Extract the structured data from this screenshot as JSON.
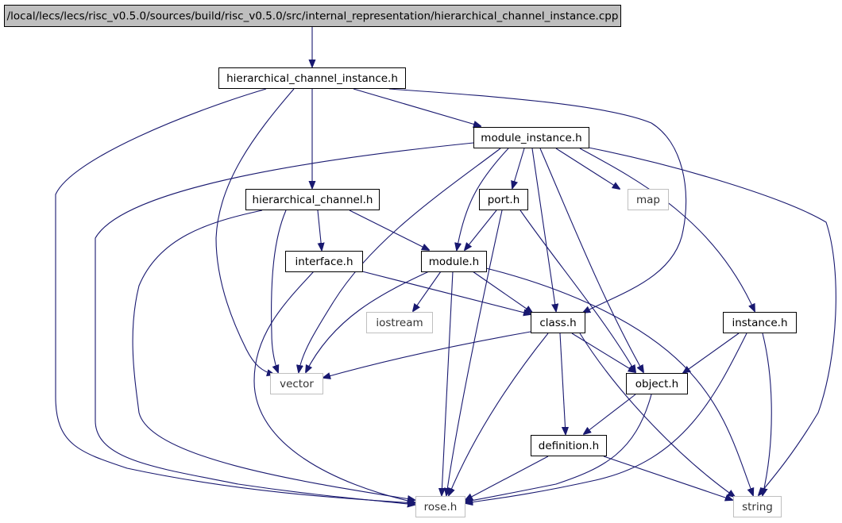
{
  "graph": {
    "root": "/local/lecs/lecs/risc_v0.5.0/sources/build/risc_v0.5.0/src/internal_representation/hierarchical_channel_instance.cpp",
    "nodes": [
      {
        "id": "root",
        "label": "/local/lecs/lecs/risc_v0.5.0/sources/build/risc_v0.5.0/src/internal_representation/hierarchical_channel_instance.cpp",
        "kind": "root"
      },
      {
        "id": "hci",
        "label": "hierarchical_channel_instance.h",
        "kind": "local"
      },
      {
        "id": "mi",
        "label": "module_instance.h",
        "kind": "local"
      },
      {
        "id": "hc",
        "label": "hierarchical_channel.h",
        "kind": "local"
      },
      {
        "id": "port",
        "label": "port.h",
        "kind": "local"
      },
      {
        "id": "map",
        "label": "map",
        "kind": "external"
      },
      {
        "id": "iface",
        "label": "interface.h",
        "kind": "local"
      },
      {
        "id": "module",
        "label": "module.h",
        "kind": "local"
      },
      {
        "id": "iostream",
        "label": "iostream",
        "kind": "external"
      },
      {
        "id": "class",
        "label": "class.h",
        "kind": "local"
      },
      {
        "id": "instance",
        "label": "instance.h",
        "kind": "local"
      },
      {
        "id": "vector",
        "label": "vector",
        "kind": "external"
      },
      {
        "id": "object",
        "label": "object.h",
        "kind": "local"
      },
      {
        "id": "definition",
        "label": "definition.h",
        "kind": "local"
      },
      {
        "id": "rose",
        "label": "rose.h",
        "kind": "external"
      },
      {
        "id": "string",
        "label": "string",
        "kind": "external"
      }
    ],
    "edges": [
      {
        "from": "root",
        "to": "hci"
      },
      {
        "from": "hci",
        "to": "rose"
      },
      {
        "from": "hci",
        "to": "vector"
      },
      {
        "from": "hci",
        "to": "hc"
      },
      {
        "from": "hci",
        "to": "mi"
      },
      {
        "from": "hci",
        "to": "class"
      },
      {
        "from": "mi",
        "to": "rose"
      },
      {
        "from": "mi",
        "to": "vector"
      },
      {
        "from": "mi",
        "to": "module"
      },
      {
        "from": "mi",
        "to": "port"
      },
      {
        "from": "mi",
        "to": "class"
      },
      {
        "from": "mi",
        "to": "object"
      },
      {
        "from": "mi",
        "to": "map"
      },
      {
        "from": "mi",
        "to": "instance"
      },
      {
        "from": "mi",
        "to": "string"
      },
      {
        "from": "hc",
        "to": "rose"
      },
      {
        "from": "hc",
        "to": "vector"
      },
      {
        "from": "hc",
        "to": "iface"
      },
      {
        "from": "hc",
        "to": "module"
      },
      {
        "from": "port",
        "to": "module"
      },
      {
        "from": "port",
        "to": "rose"
      },
      {
        "from": "port",
        "to": "object"
      },
      {
        "from": "iface",
        "to": "rose"
      },
      {
        "from": "iface",
        "to": "class"
      },
      {
        "from": "module",
        "to": "vector"
      },
      {
        "from": "module",
        "to": "iostream"
      },
      {
        "from": "module",
        "to": "class"
      },
      {
        "from": "module",
        "to": "rose"
      },
      {
        "from": "module",
        "to": "string"
      },
      {
        "from": "class",
        "to": "vector"
      },
      {
        "from": "class",
        "to": "object"
      },
      {
        "from": "class",
        "to": "definition"
      },
      {
        "from": "class",
        "to": "rose"
      },
      {
        "from": "class",
        "to": "string"
      },
      {
        "from": "instance",
        "to": "object"
      },
      {
        "from": "instance",
        "to": "rose"
      },
      {
        "from": "instance",
        "to": "string"
      },
      {
        "from": "object",
        "to": "definition"
      },
      {
        "from": "object",
        "to": "rose"
      },
      {
        "from": "definition",
        "to": "rose"
      },
      {
        "from": "definition",
        "to": "string"
      }
    ]
  },
  "colors": {
    "edge": "#191970",
    "root_fill": "#bfbfbf",
    "local_stroke": "#000000",
    "external_stroke": "#bfbfbf"
  }
}
